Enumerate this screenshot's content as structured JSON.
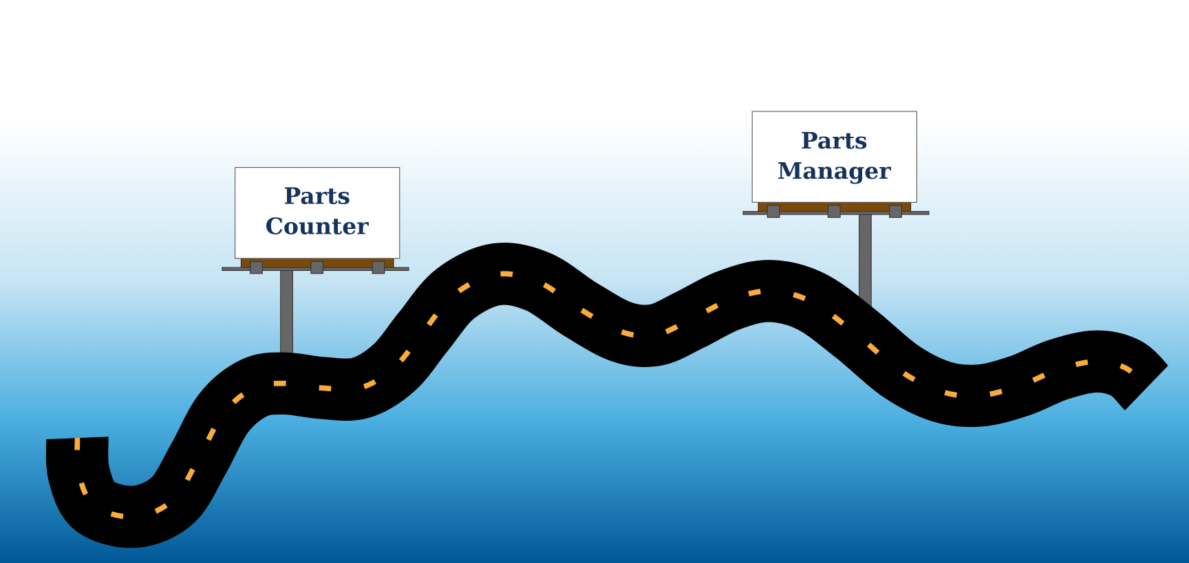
{
  "signs": [
    {
      "line1": "Parts",
      "line2": "Counter"
    },
    {
      "line1": "Parts",
      "line2": "Manager"
    }
  ],
  "colors": {
    "sky_top": "#ffffff",
    "sky_mid": "#c6e4f4",
    "sky_low": "#4aaee0",
    "sky_bottom": "#005896",
    "road": "#000000",
    "road_dash": "#f9ab3b",
    "sign_text": "#16335c",
    "sign_wood": "#7a4a0c",
    "sign_metal": "#666666"
  }
}
